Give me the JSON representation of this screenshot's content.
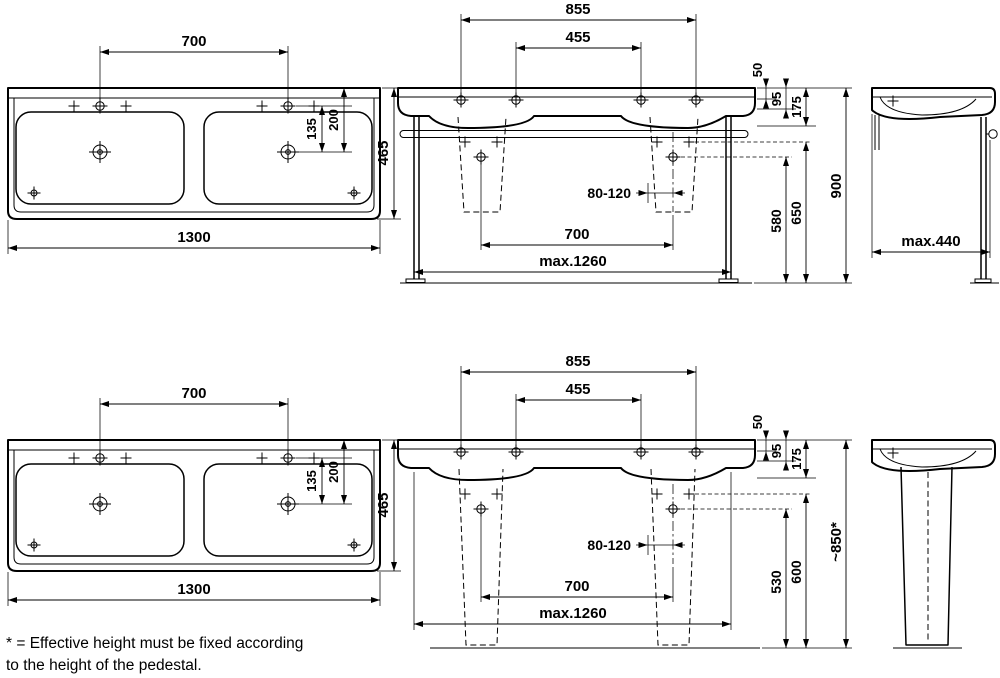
{
  "views": {
    "top_plan": {
      "tap_spacing": "700",
      "overall_width": "1300",
      "tap_to_drain": "135",
      "rim_to_drain": "200",
      "depth": "465"
    },
    "top_front": {
      "outer_tap_span": "855",
      "inner_tap_span": "455",
      "rim_thickness": "50",
      "apron_height": "95",
      "frame_drop": "175",
      "trap_offset": "80-120",
      "drain_spacing": "700",
      "max_width": "max.1260",
      "trap_height": "580",
      "outlet_height": "650",
      "total_height": "900"
    },
    "top_side": {
      "max_depth": "max.440"
    },
    "bottom_plan": {
      "tap_spacing": "700",
      "overall_width": "1300",
      "tap_to_drain": "135",
      "rim_to_drain": "200",
      "depth": "465"
    },
    "bottom_front": {
      "outer_tap_span": "855",
      "inner_tap_span": "455",
      "rim_thickness": "50",
      "apron_height": "95",
      "frame_drop": "175",
      "trap_offset": "80-120",
      "drain_spacing": "700",
      "max_width": "max.1260",
      "trap_height": "530",
      "outlet_height": "600",
      "total_height": "~850*"
    }
  },
  "footnote": {
    "line1": "* = Effective height must be fixed according",
    "line2": "to the height of the pedestal."
  },
  "colors": {
    "ink": "#000000",
    "background": "#ffffff"
  }
}
